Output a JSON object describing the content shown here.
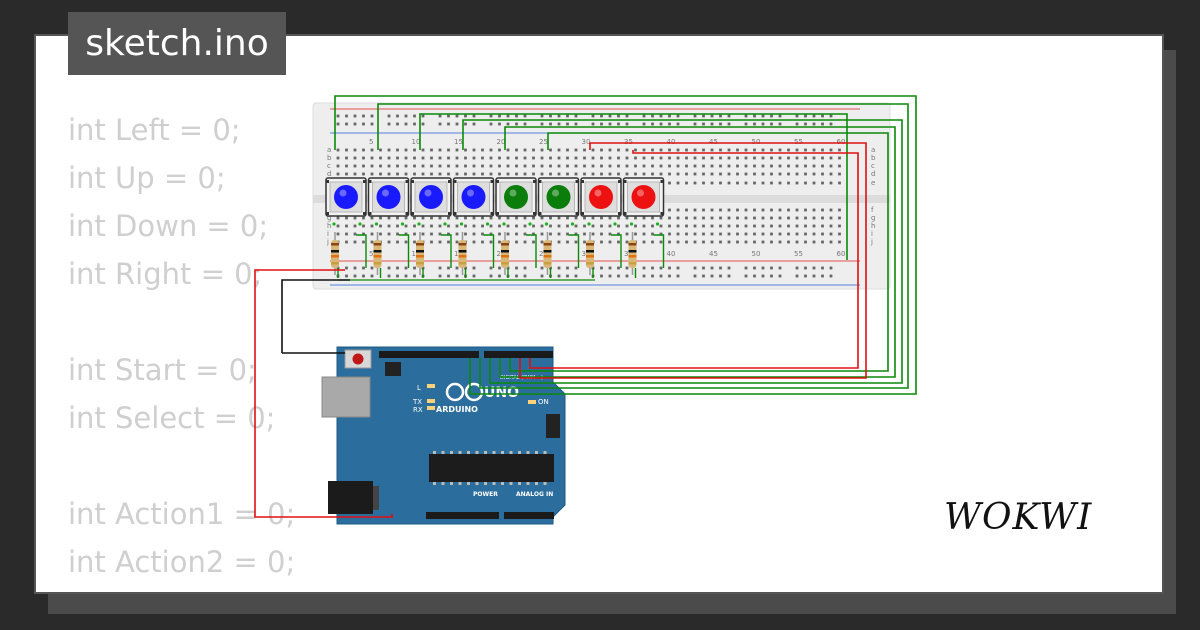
{
  "file_tab": {
    "label": "sketch.ino"
  },
  "code_lines": [
    "int Left = 0;",
    "int Up = 0;",
    "int Down = 0;",
    "int Right = 0;",
    "",
    "int Start = 0;",
    "int Select = 0;",
    "",
    "int Action1 = 0;",
    "int Action2 = 0;"
  ],
  "brand": {
    "logo_text": "WOKWI"
  },
  "breadboard": {
    "column_numbers": [
      "5",
      "10",
      "15",
      "20",
      "25",
      "30",
      "35",
      "40",
      "45",
      "50",
      "55",
      "60"
    ],
    "row_letters_top": [
      "a",
      "b",
      "c",
      "d",
      "e"
    ],
    "row_letters_bottom": [
      "f",
      "g",
      "h",
      "i",
      "j"
    ]
  },
  "buttons": [
    {
      "name": "button-left",
      "color": "#1a1aff"
    },
    {
      "name": "button-up",
      "color": "#1a1aff"
    },
    {
      "name": "button-down",
      "color": "#1a1aff"
    },
    {
      "name": "button-right",
      "color": "#1a1aff"
    },
    {
      "name": "button-start",
      "color": "#0b7d0b"
    },
    {
      "name": "button-select",
      "color": "#0b7d0b"
    },
    {
      "name": "button-action1",
      "color": "#ee1111"
    },
    {
      "name": "button-action2",
      "color": "#ee1111"
    }
  ],
  "arduino": {
    "model_label": "UNO",
    "brand_label": "ARDUINO",
    "digital_label": "DIGITAL (PWM ~)",
    "power_label": "POWER",
    "analog_label": "ANALOG IN",
    "on_label": "ON",
    "l_label": "L",
    "tx_label": "TX",
    "rx_label": "RX",
    "board_color": "#2b6d9d"
  },
  "wire_colors": {
    "green": "#0a8a0a",
    "red": "#e01010",
    "black": "#111111"
  }
}
